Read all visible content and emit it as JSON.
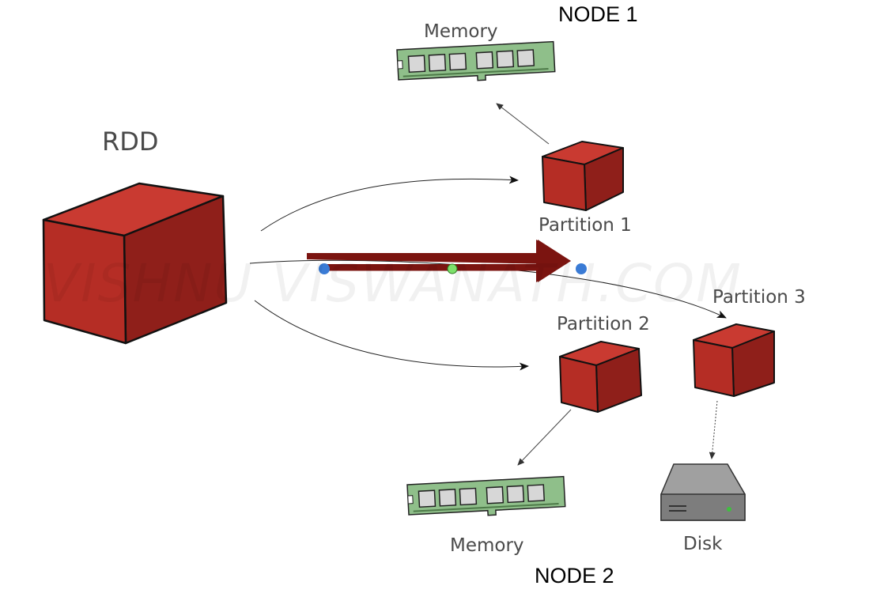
{
  "diagram": {
    "rdd_label": "RDD",
    "partitions": [
      "Partition 1",
      "Partition 2",
      "Partition 3"
    ],
    "memory_labels": [
      "Memory",
      "Memory"
    ],
    "disk_label": "Disk",
    "node_labels": [
      "NODE 1",
      "NODE 2"
    ],
    "watermark": "VISHNU VISWANATH.COM"
  },
  "colors": {
    "cube_front": "#b52d25",
    "cube_top": "#c93a31",
    "cube_side": "#8f1f1a",
    "ram_board": "#8fbf8a",
    "ram_chip": "#d7d7d7",
    "disk_body": "#8a8a8a",
    "arrow_dark": "#7b1410",
    "handle_blue": "#3a7bd5",
    "handle_green": "#7de06a"
  },
  "icons": [
    "cube-icon",
    "memory-module-icon",
    "hard-disk-icon"
  ]
}
